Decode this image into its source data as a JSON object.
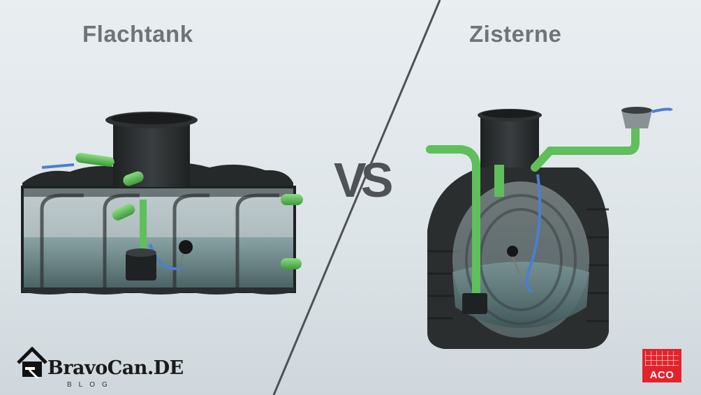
{
  "left_panel": {
    "title": "Flachtank"
  },
  "right_panel": {
    "title": "Zisterne"
  },
  "center": {
    "label": "VS"
  },
  "watermark": {
    "name": "BravoCan.DE",
    "sub": "BLOG"
  },
  "brand": {
    "name": "ACO"
  },
  "colors": {
    "background": "#e4e9ec",
    "title": "#707478",
    "tank_body": "#2b2e2f",
    "water": "#5d7a7c",
    "pipe_green": "#5fbf5a",
    "hose_blue": "#4a7fd0",
    "brand_red": "#e2232b"
  },
  "icons": {
    "logo": "house-hammer-icon",
    "brand": "aco-grid-logo"
  }
}
